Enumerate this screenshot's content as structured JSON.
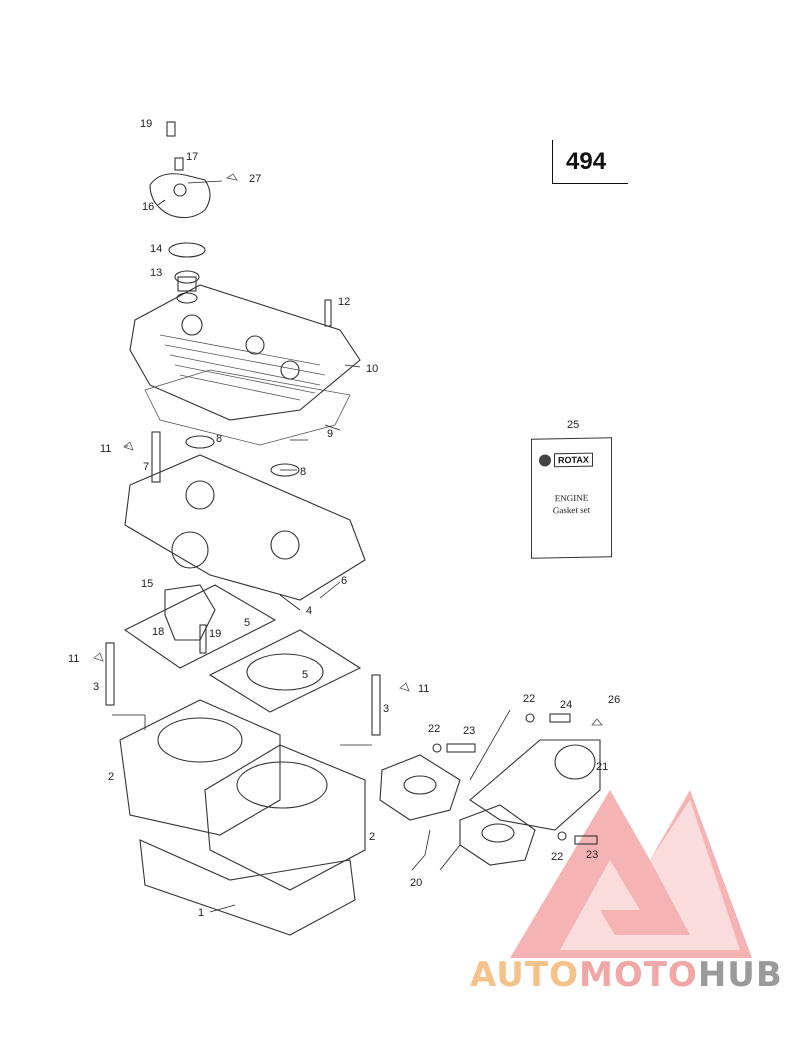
{
  "page_number": "494",
  "callouts": [
    "1",
    "2",
    "2",
    "3",
    "3",
    "4",
    "5",
    "5",
    "6",
    "7",
    "8",
    "8",
    "9",
    "10",
    "11",
    "11",
    "11",
    "12",
    "13",
    "14",
    "15",
    "16",
    "17",
    "18",
    "19",
    "19",
    "20",
    "21",
    "22",
    "22",
    "22",
    "23",
    "23",
    "24",
    "25",
    "26",
    "27"
  ],
  "gasket_kit": {
    "brand": "ROTAX",
    "line1": "ENGINE",
    "line2": "Gasket set"
  },
  "watermark": {
    "part1": "AUTO",
    "part2": "MOTO",
    "part3": "HUB",
    "colors": {
      "auto": "#f5c28a",
      "moto": "#f2a7a7",
      "hub": "#9a9a9a",
      "logo": "#f08080"
    }
  }
}
